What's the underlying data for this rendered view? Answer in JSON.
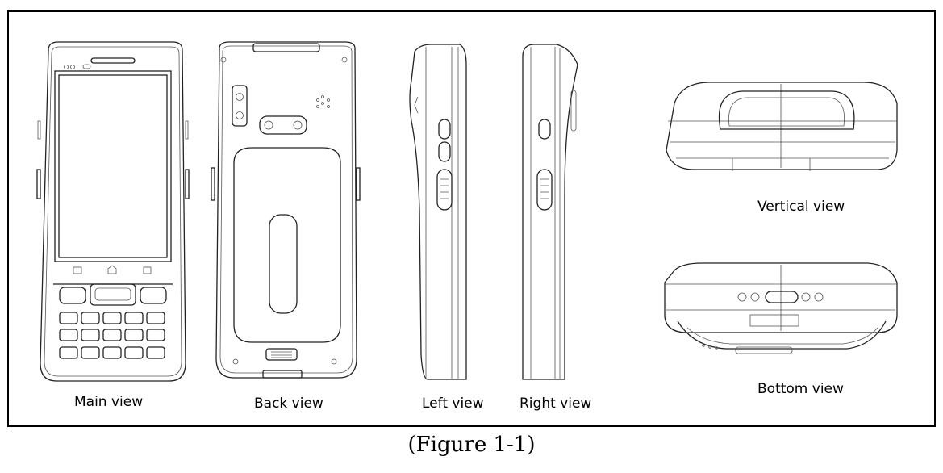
{
  "labels": {
    "main": "Main view",
    "back": "Back view",
    "left": "Left view",
    "right": "Right view",
    "vertical": "Vertical view",
    "bottom": "Bottom view"
  },
  "caption": "(Figure 1-1)"
}
